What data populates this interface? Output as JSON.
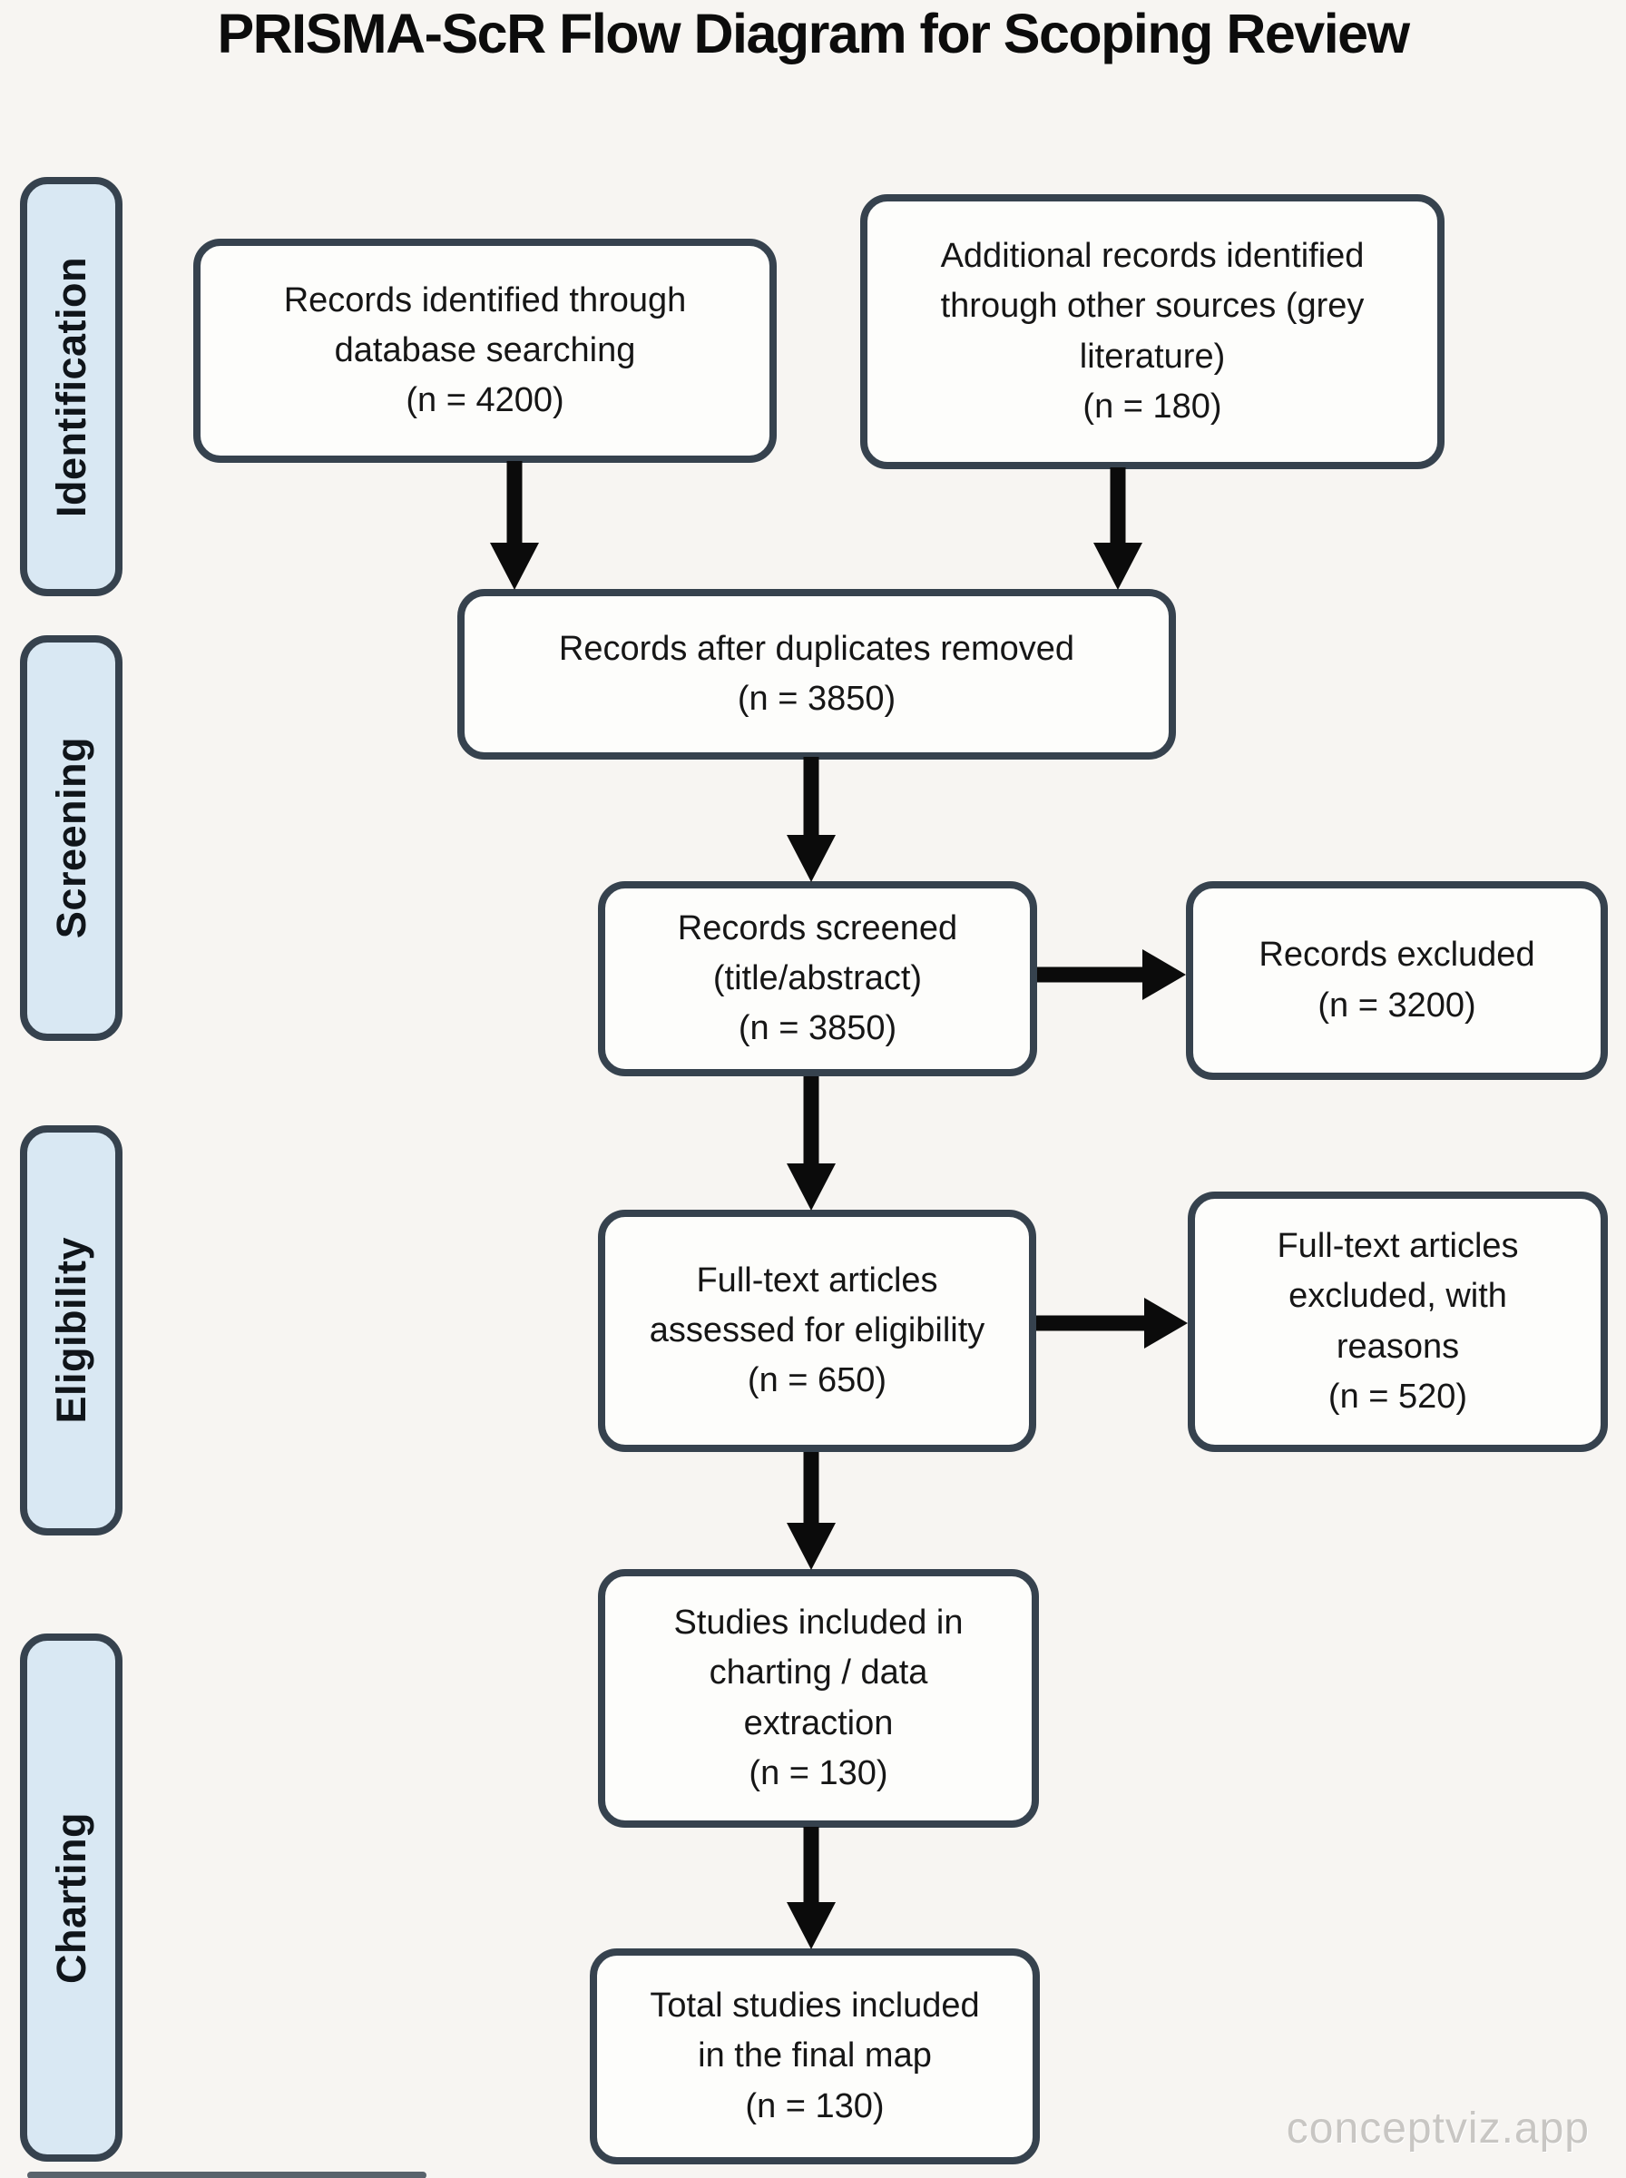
{
  "title": "PRISMA-ScR Flow Diagram for Scoping Review",
  "watermark": "conceptviz.app",
  "colors": {
    "box_border": "#36424e",
    "box_fill": "#fdfdfb",
    "stage_fill": "#d9e8f3",
    "background": "#f7f5f2",
    "arrow": "#0b0b0b",
    "text": "#161616"
  },
  "stages": [
    {
      "label": "Identification"
    },
    {
      "label": "Screening"
    },
    {
      "label": "Eligibility"
    },
    {
      "label": "Charting"
    }
  ],
  "nodes": {
    "records_db": {
      "text": "Records identified through database searching",
      "count": "(n = 4200)"
    },
    "records_other": {
      "text": "Additional records identified through other sources (grey literature)",
      "count": "(n = 180)"
    },
    "after_duplicates": {
      "text": "Records after duplicates removed",
      "count": "(n = 3850)"
    },
    "screened": {
      "text": "Records screened (title/abstract)",
      "count": "(n = 3850)"
    },
    "excluded": {
      "text": "Records excluded",
      "count": "(n = 3200)"
    },
    "fulltext": {
      "text": "Full-text articles assessed for eligibility",
      "count": "(n = 650)"
    },
    "fulltext_excluded": {
      "text": "Full-text articles excluded, with reasons",
      "count": "(n = 520)"
    },
    "charting_included": {
      "text": "Studies included in charting / data extraction",
      "count": "(n = 130)"
    },
    "final_included": {
      "text": "Total studies included in the final map",
      "count": "(n = 130)"
    }
  }
}
